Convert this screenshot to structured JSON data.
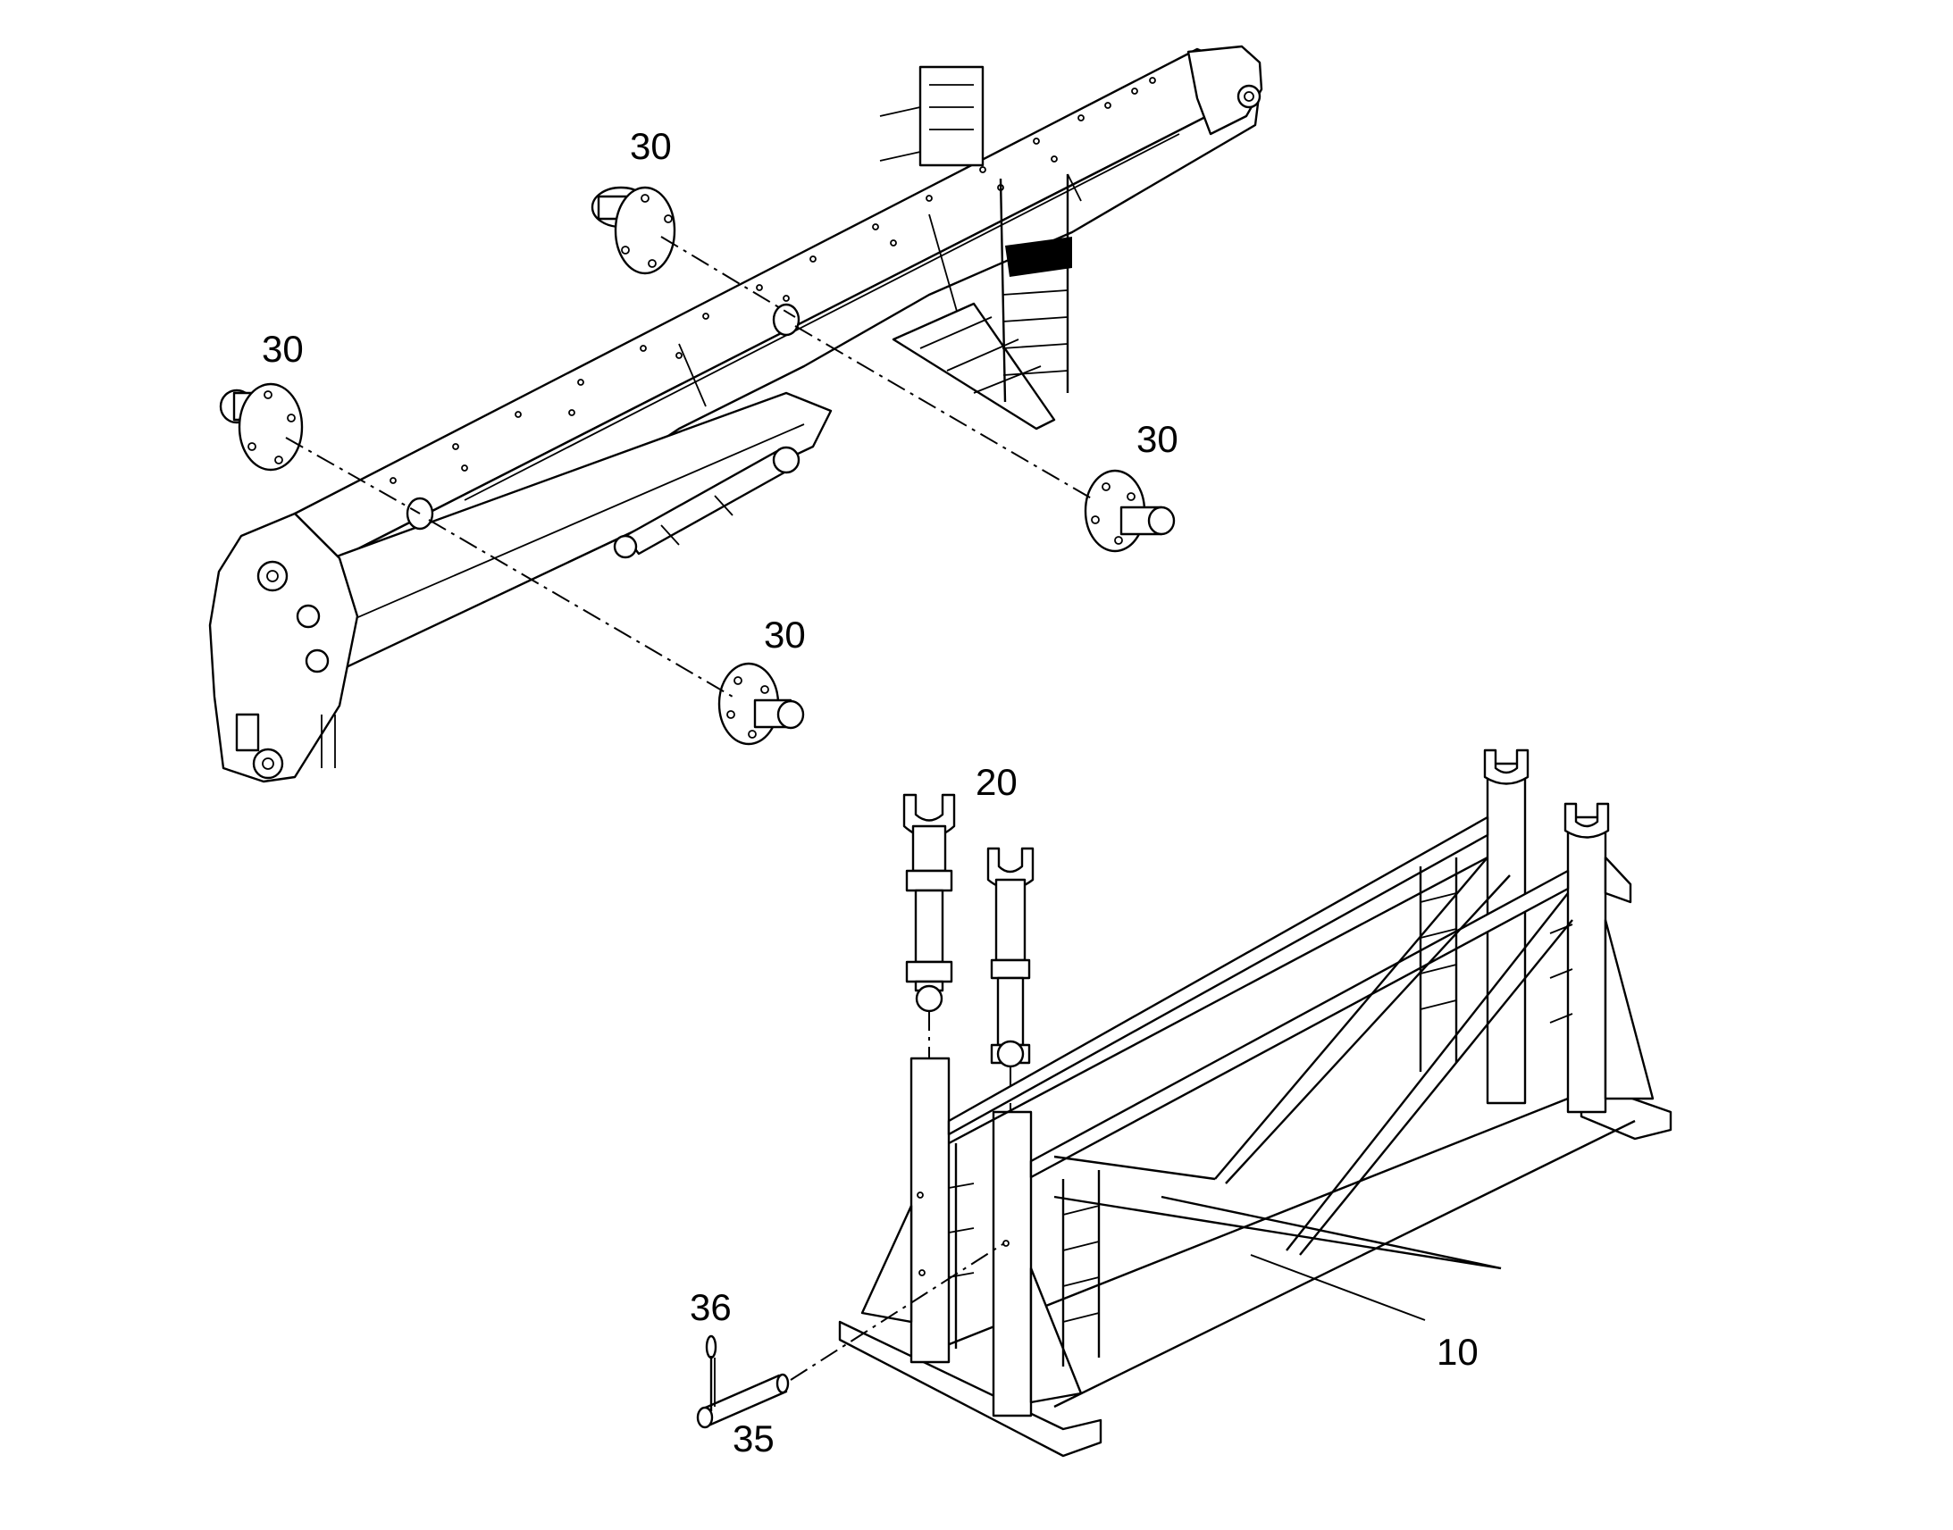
{
  "diagram": {
    "callouts": [
      {
        "id": "callout-30-a",
        "text": "30"
      },
      {
        "id": "callout-30-b",
        "text": "30"
      },
      {
        "id": "callout-30-c",
        "text": "30"
      },
      {
        "id": "callout-30-d",
        "text": "30"
      },
      {
        "id": "callout-20",
        "text": "20"
      },
      {
        "id": "callout-10",
        "text": "10"
      },
      {
        "id": "callout-36",
        "text": "36"
      },
      {
        "id": "callout-35",
        "text": "35"
      }
    ]
  }
}
